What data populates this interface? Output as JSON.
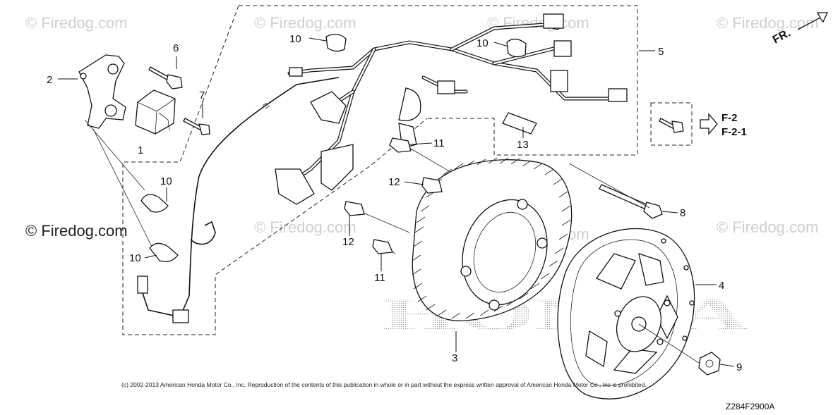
{
  "diagram": {
    "fr_label": "FR.",
    "watermark": "© Firedog.com",
    "watermark_wide": "© Firedog.com",
    "honda_watermark": "HONDA",
    "callouts": {
      "c1": "1",
      "c2": "2",
      "c3": "3",
      "c4": "4",
      "c5": "5",
      "c6": "6",
      "c7": "7",
      "c8": "8",
      "c9": "9",
      "c10a": "10",
      "c10b": "10",
      "c10c": "10",
      "c10d": "10",
      "c11a": "11",
      "c11b": "11",
      "c12a": "12",
      "c12b": "12",
      "c13": "13"
    },
    "reference_1": "F-2",
    "reference_2": "F-2-1",
    "copyright": "(c) 2002-2013 American Honda Motor Co., Inc. Reproduction of the contents of this publication in whole or in part without the express written approval of American Honda Motor Co., Inc is prohibited.",
    "diagram_code": "Z284F2900A",
    "colors": {
      "line": "#111111",
      "watermark": "#cfcfcf",
      "background": "#ffffff"
    }
  }
}
